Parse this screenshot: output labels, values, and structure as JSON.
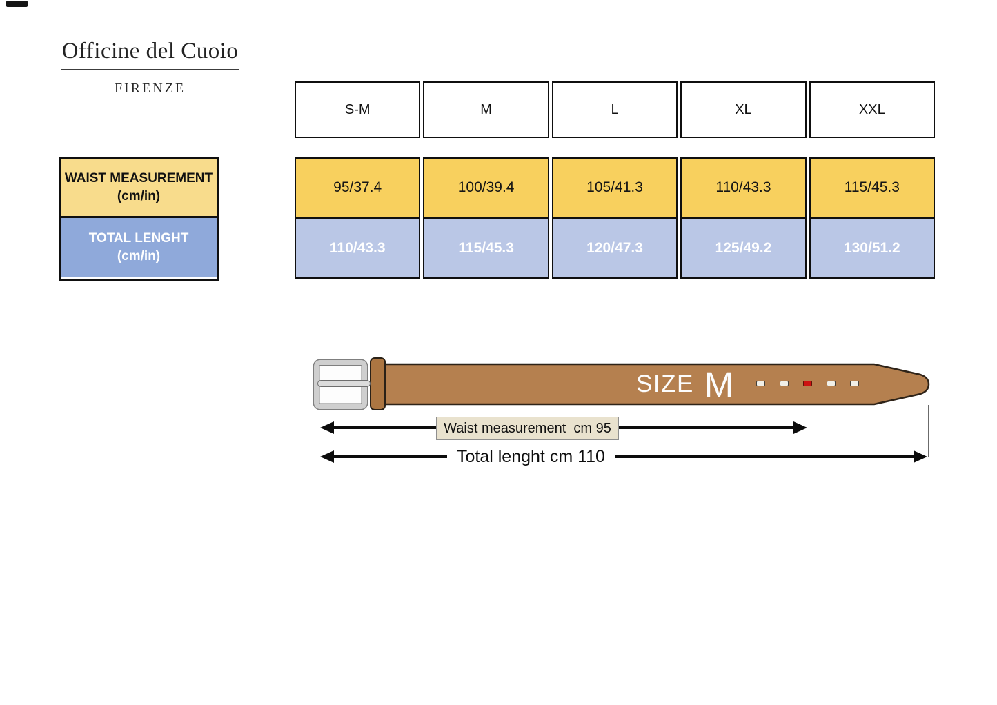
{
  "brand": {
    "name": "Officine del Cuoio",
    "city": "FIRENZE"
  },
  "table": {
    "size_headers": [
      "S-M",
      "M",
      "L",
      "XL",
      "XXL"
    ],
    "waist_row": {
      "label": "WAIST MEASUREMENT",
      "unit": "(cm/in)",
      "values": [
        "95/37.4",
        "100/39.4",
        "105/41.3",
        "110/43.3",
        "115/45.3"
      ]
    },
    "length_row": {
      "label": "TOTAL LENGHT",
      "unit": "(cm/in)",
      "values": [
        "110/43.3",
        "115/45.3",
        "120/47.3",
        "125/49.2",
        "130/51.2"
      ]
    }
  },
  "belt_diagram": {
    "size_label": "SIZE",
    "size_value": "M",
    "waist_annotation": "Waist measurement  cm 95",
    "total_annotation": "Total lenght cm 110"
  },
  "colors": {
    "waist_label_bg": "#F8DC8C",
    "waist_cell_bg": "#F8D05E",
    "length_label_bg": "#8FA9DA",
    "length_cell_bg": "#BAC7E6",
    "belt_leather": "#B5804F",
    "active_hole_red": "#CD1212",
    "annotation_box_bg": "#E9E2CE",
    "table_border": "#0F0F0F"
  }
}
